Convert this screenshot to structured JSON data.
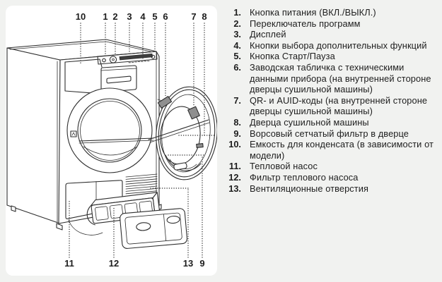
{
  "colors": {
    "page_bg": "#f1f2f0",
    "card_bg": "#ffffff",
    "line": "#2e2e2e",
    "text": "#1d1d1d",
    "sticker": "#8f8f8f",
    "display": "#3f3f3f"
  },
  "diagram": {
    "subject": "tumble-dryer-exploded-view",
    "callouts_top": [
      "10",
      "1",
      "2",
      "3",
      "4",
      "5",
      "6",
      "7",
      "8"
    ],
    "callouts_bottom": [
      "11",
      "12",
      "13",
      "9"
    ]
  },
  "legend": {
    "items": [
      {
        "num": "1.",
        "text": "Кнопка питания (ВКЛ./ВЫКЛ.)"
      },
      {
        "num": "2.",
        "text": "Переключатель программ"
      },
      {
        "num": "3.",
        "text": "Дисплей"
      },
      {
        "num": "4.",
        "text": "Кнопки выбора дополнительных функций"
      },
      {
        "num": "5.",
        "text": "Кнопка Старт/Пауза"
      },
      {
        "num": "6.",
        "text": "Заводская табличка с техническими данными прибора (на внутренней стороне дверцы сушильной машины)"
      },
      {
        "num": "7.",
        "text": "QR- и AUID-коды (на внутренней стороне дверцы сушильной машины)"
      },
      {
        "num": "8.",
        "text": "Дверца сушильной машины"
      },
      {
        "num": "9.",
        "text": "Ворсовый сетчатый фильтр в дверце"
      },
      {
        "num": "10.",
        "text": "Емкость для конденсата (в зависимости от модели)"
      },
      {
        "num": "11.",
        "text": "Тепловой насос"
      },
      {
        "num": "12.",
        "text": "Фильтр теплового насоса"
      },
      {
        "num": "13.",
        "text": "Вентиляционные отверстия"
      }
    ]
  }
}
